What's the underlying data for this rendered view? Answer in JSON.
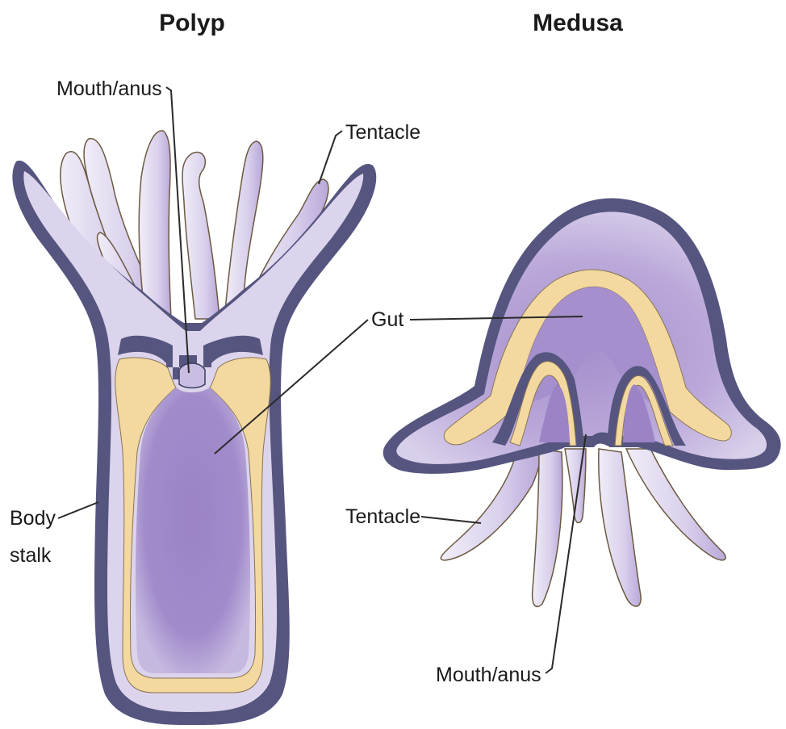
{
  "polyp": {
    "title": "Polyp",
    "labels": {
      "mouth_anus": "Mouth/anus",
      "tentacle": "Tentacle",
      "body_stalk_line1": "Body",
      "body_stalk_line2": "stalk"
    }
  },
  "medusa": {
    "title": "Medusa",
    "labels": {
      "gut": "Gut",
      "tentacle": "Tentacle",
      "mouth_anus": "Mouth/anus"
    }
  },
  "colors": {
    "outer_wall": "#55557f",
    "mesoglea": "#f3d9a0",
    "tissue_light": "#dcd4ec",
    "tentacle_fill": "#e4def0",
    "gut_dark": "#9d86c7",
    "text": "#1a1a1a"
  }
}
